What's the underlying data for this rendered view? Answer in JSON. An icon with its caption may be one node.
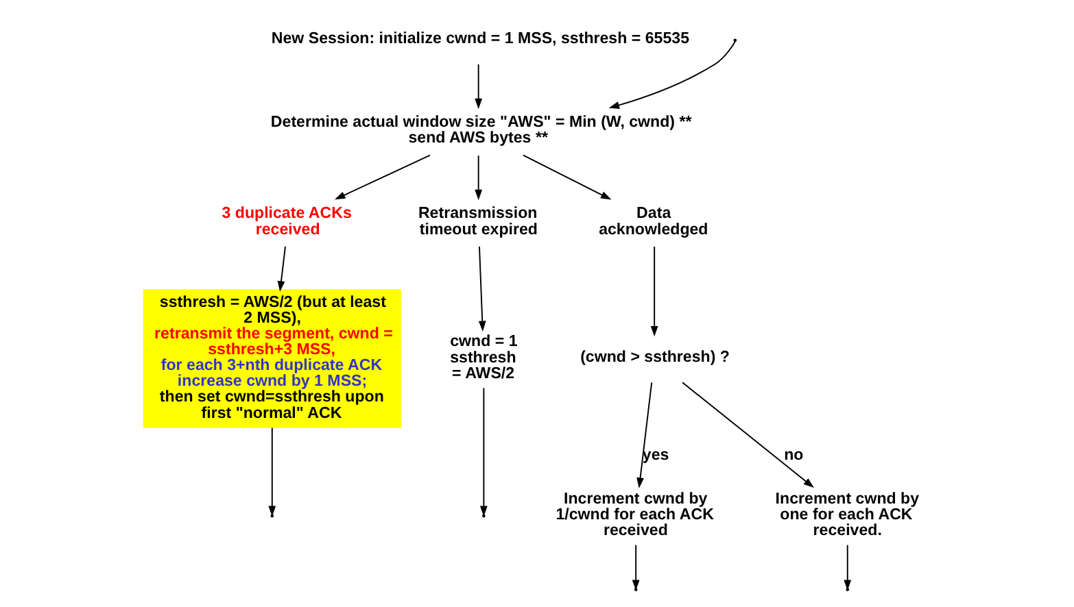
{
  "diagram": {
    "nodes": [
      {
        "text": [
          "New Session: initialize cwnd = 1 MSS, ssthresh = 65535"
        ]
      },
      {
        "text": [
          "Determine actual window size \"AWS\" = Min (W, cwnd) ** send AWS bytes **"
        ]
      },
      {
        "text": [
          "3 duplicate ACKs received"
        ]
      },
      {
        "text": [
          "Retransmission timeout expired"
        ]
      },
      {
        "text": [
          "Data acknowledged"
        ]
      },
      {
        "text": [
          "ssthresh = AWS/2 (but at least 2 MSS),",
          "retransmit the segment, cwnd = ssthresh+3 MSS,",
          "for each 3+nth duplicate ACK increase cwnd by 1 MSS;",
          "then set cwnd=ssthresh upon first \"normal\" ACK"
        ]
      },
      {
        "text": [
          "cwnd = 1 ssthresh = AWS/2"
        ]
      },
      {
        "text": [
          "(cwnd > ssthresh) ?"
        ]
      },
      {
        "text": [
          "Increment cwnd by 1/cwnd for each ACK received"
        ]
      },
      {
        "text": [
          "Increment cwnd by one for each ACK received."
        ]
      }
    ],
    "edges": [
      {
        "from": 0,
        "to": 1,
        "arrow": "to"
      },
      {
        "from": 1,
        "to": 2,
        "arrow": "to"
      },
      {
        "from": 1,
        "to": 3,
        "arrow": "to"
      },
      {
        "from": 1,
        "to": 4,
        "arrow": "to"
      },
      {
        "from": 2,
        "to": 5,
        "arrow": "to"
      },
      {
        "from": 3,
        "to": 6,
        "arrow": "to"
      },
      {
        "from": 4,
        "to": 7,
        "arrow": "to"
      },
      {
        "from": 7,
        "to": 8,
        "label": "yes",
        "arrow": "to"
      },
      {
        "from": 7,
        "to": 9,
        "label": "no",
        "arrow": "to"
      },
      {
        "from": 5,
        "to": null,
        "arrow": "to"
      },
      {
        "from": 6,
        "to": null,
        "arrow": "to"
      },
      {
        "from": 8,
        "to": null,
        "arrow": "to"
      },
      {
        "from": 9,
        "to": null,
        "arrow": "to"
      },
      {
        "from": null,
        "to": 1,
        "arrow": "to"
      }
    ]
  }
}
